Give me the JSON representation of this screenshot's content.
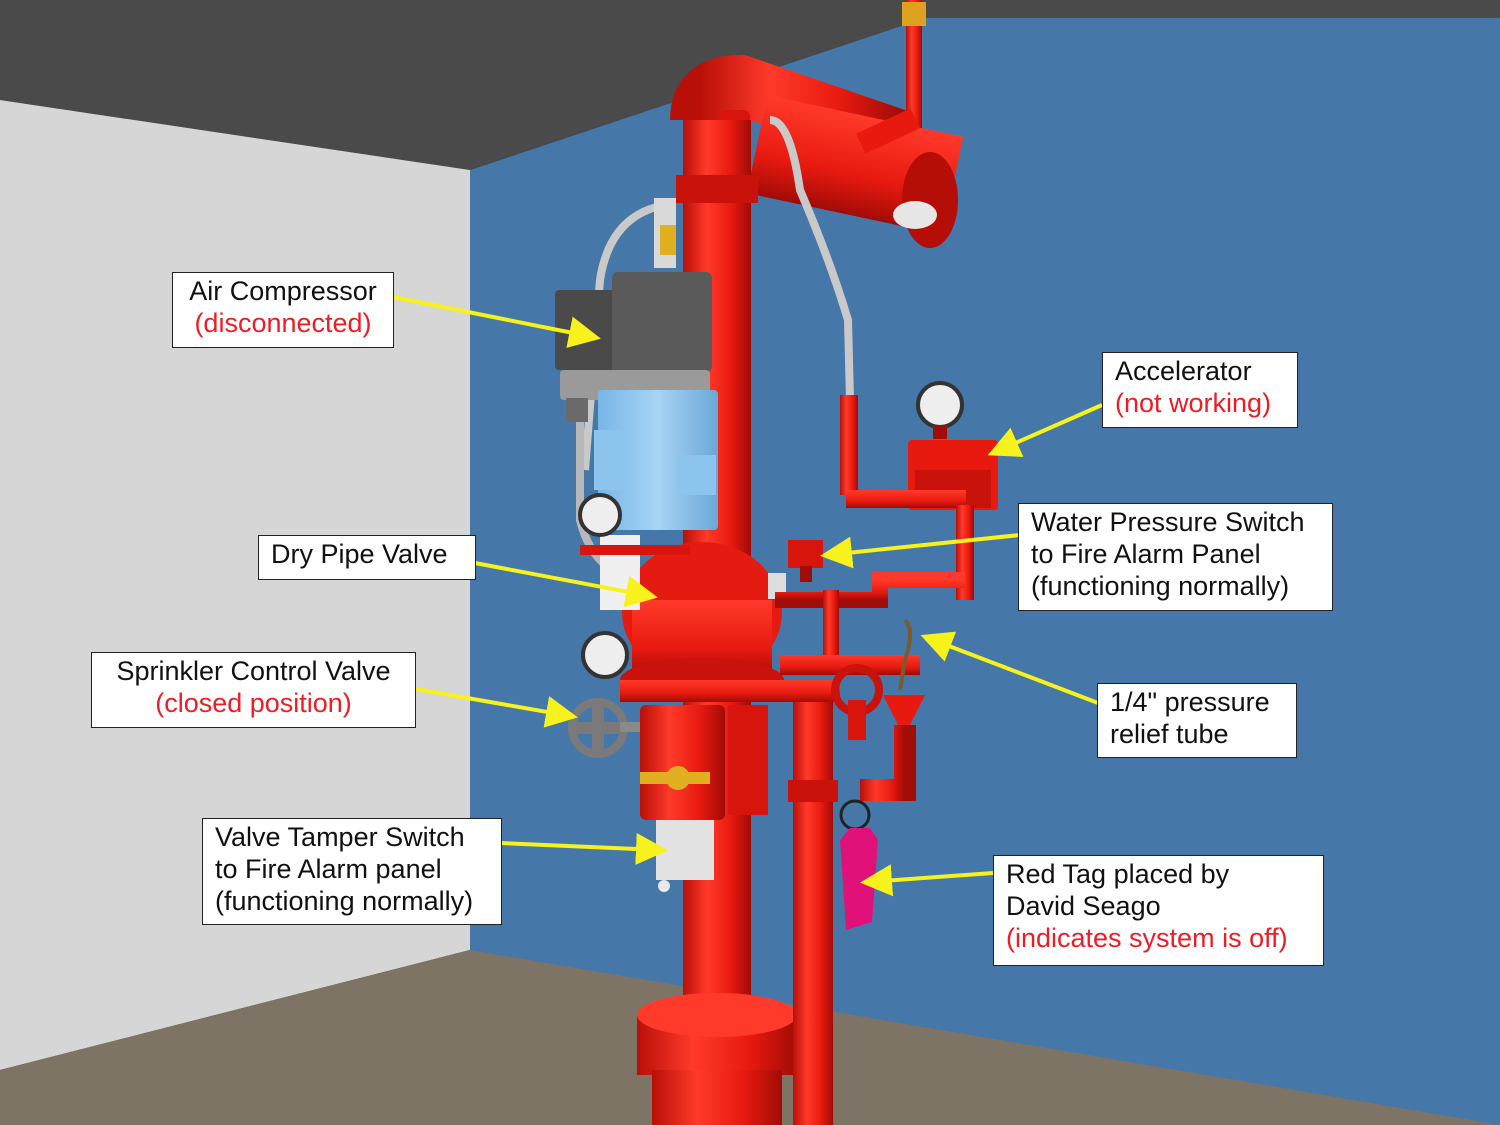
{
  "colors": {
    "ceiling": "#4a4a4a",
    "left_wall": "#d6d6d6",
    "back_wall": "#4578a8",
    "floor": "#7e7466",
    "pipe_red": "#ee1c10",
    "arrow_yellow": "#f7f21c",
    "status_red": "#ee1c24",
    "tag_magenta": "#e0127a",
    "compressor_blue": "#8ec6ef",
    "compressor_dark": "#555555"
  },
  "labels": {
    "air_compressor": {
      "title": "Air Compressor",
      "status": "(disconnected)"
    },
    "accelerator": {
      "title": "Accelerator",
      "status": "(not working)"
    },
    "water_pressure_switch": {
      "line1": "Water Pressure Switch",
      "line2": "to Fire Alarm Panel",
      "line3": "(functioning normally)"
    },
    "dry_pipe_valve": {
      "title": "Dry Pipe Valve"
    },
    "sprinkler_control_valve": {
      "title": "Sprinkler Control Valve",
      "status": "(closed position)"
    },
    "pressure_relief_tube": {
      "line1": "1/4\" pressure",
      "line2": "relief tube"
    },
    "valve_tamper_switch": {
      "line1": "Valve Tamper Switch",
      "line2": "to Fire Alarm panel",
      "line3": "(functioning normally)"
    },
    "red_tag": {
      "line1": "Red Tag placed by",
      "line2": "David Seago",
      "status": "(indicates system is off)"
    }
  }
}
